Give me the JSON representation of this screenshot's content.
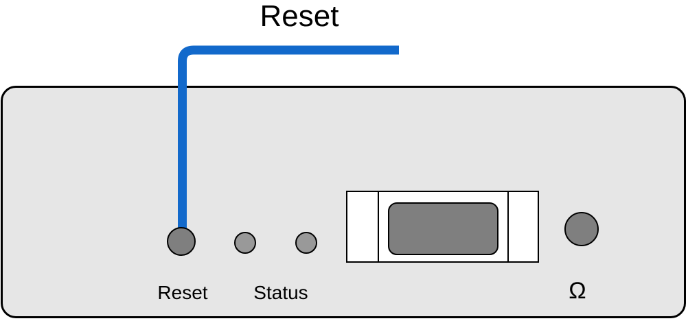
{
  "callout": {
    "title": "Reset"
  },
  "panel": {
    "labels": {
      "reset": "Reset",
      "status": "Status",
      "impedance": "Ω"
    }
  },
  "colors": {
    "background": "#ffffff",
    "panel_fill": "#e6e6e6",
    "outline": "#000000",
    "callout_blue": "#1269cb",
    "button_gray": "#7f7f7f",
    "led_gray": "#999999",
    "connector_fill": "#ffffff"
  }
}
